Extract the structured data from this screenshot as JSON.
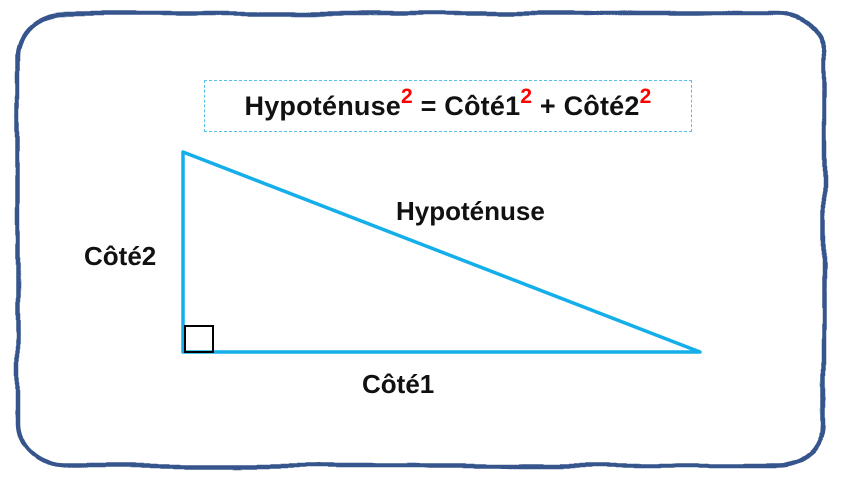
{
  "formula": {
    "part1": "Hypoténuse",
    "sup1": "2",
    "part2": " = Côté1",
    "sup2": "2",
    "part3": " + Côté2",
    "sup3": "2"
  },
  "labels": {
    "hypotenuse": "Hypoténuse",
    "side2": "Côté2",
    "side1": "Côté1"
  },
  "colors": {
    "accent_red": "#ff0000",
    "triangle_blue": "#14aeea",
    "border_navy": "#36548c",
    "formula_border_blue": "#58c0e8",
    "marker_black": "#000000"
  }
}
